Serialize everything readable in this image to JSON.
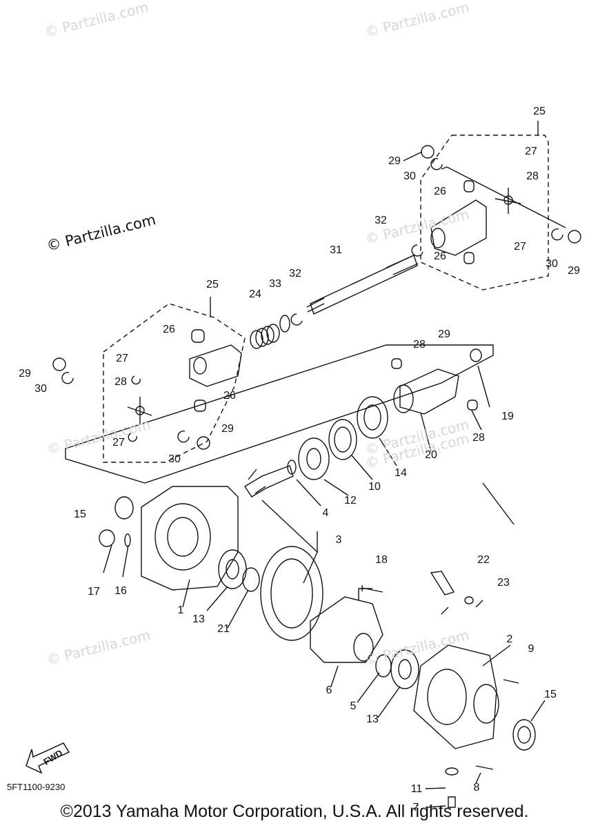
{
  "watermarks": [
    "© Partzilla.com",
    "© Partzilla.com",
    "© Partzilla.com",
    "© Partzilla.com",
    "© Partzilla.com",
    "© Partzilla.com",
    "© Partzilla.com",
    "© Partzilla.com",
    "© Partzilla.com"
  ],
  "part_code": "5FT1100-9230",
  "copyright": "©2013 Yamaha Motor Corporation, U.S.A. All rights reserved.",
  "fwd_label": "FWD",
  "callouts": [
    "25",
    "29",
    "27",
    "30",
    "28",
    "26",
    "32",
    "26",
    "27",
    "30",
    "29",
    "31",
    "32",
    "33",
    "24",
    "25",
    "26",
    "27",
    "29",
    "30",
    "28",
    "26",
    "28",
    "29",
    "19",
    "27",
    "29",
    "30",
    "28",
    "20",
    "14",
    "10",
    "12",
    "4",
    "3",
    "15",
    "17",
    "16",
    "1",
    "13",
    "21",
    "18",
    "22",
    "23",
    "2",
    "9",
    "15",
    "6",
    "5",
    "13",
    "11",
    "8",
    "7"
  ]
}
